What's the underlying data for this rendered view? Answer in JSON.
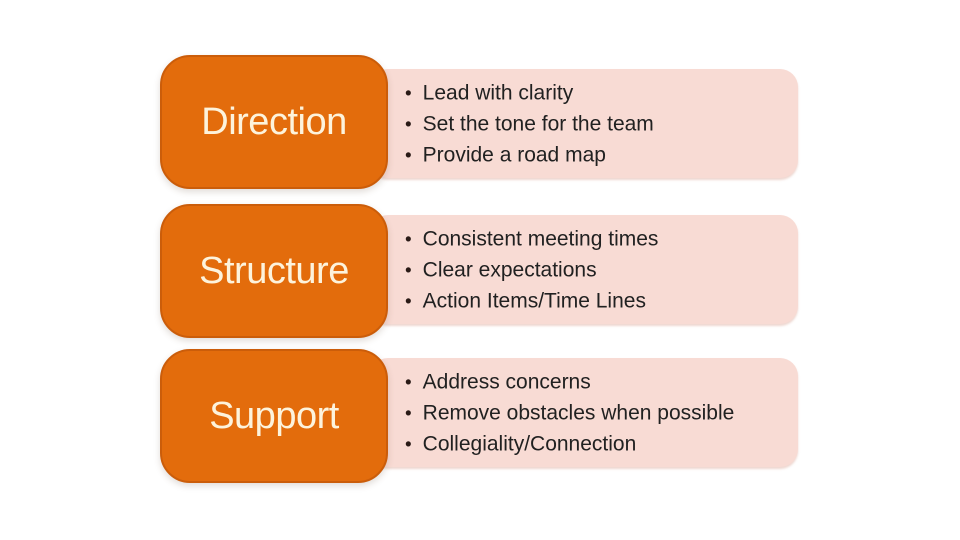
{
  "slide": {
    "bullet_char": "•",
    "colors": {
      "background": "#ffffff",
      "box_fill": "#e36c0c",
      "box_border": "#cb5d0a",
      "box_text": "#fdf3dc",
      "panel_fill": "#f8dbd4",
      "bullet_text": "#212121"
    },
    "rows": [
      {
        "label": "Direction",
        "bullets": [
          "Lead with clarity",
          "Set the tone for the team",
          "Provide a road map"
        ]
      },
      {
        "label": "Structure",
        "bullets": [
          "Consistent meeting times",
          "Clear expectations",
          "Action Items/Time Lines"
        ]
      },
      {
        "label": "Support",
        "bullets": [
          "Address concerns",
          "Remove obstacles when possible",
          "Collegiality/Connection"
        ]
      }
    ]
  }
}
